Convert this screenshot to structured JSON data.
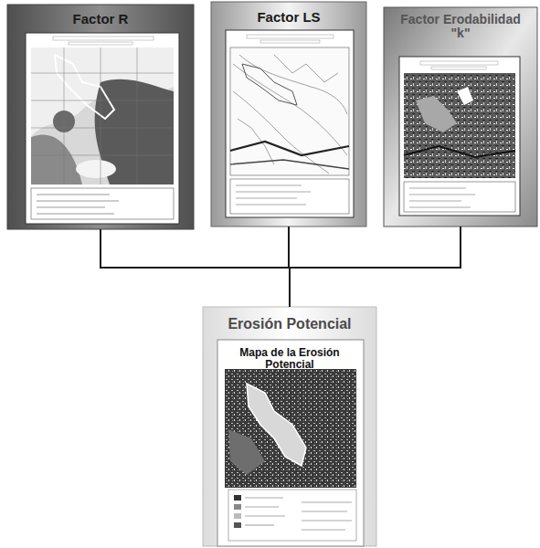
{
  "diagram": {
    "nodes": [
      {
        "text": [
          "Factor R"
        ]
      },
      {
        "text": [
          "Factor LS"
        ]
      },
      {
        "text": [
          "Factor Erodabilidad \"k\""
        ]
      },
      {
        "text": [
          "Erosión Potencial",
          "Mapa de la Erosión Potencial"
        ]
      }
    ],
    "edges": [
      {
        "from": 0,
        "to": 3,
        "arrow": "none"
      },
      {
        "from": 1,
        "to": 3,
        "arrow": "none"
      },
      {
        "from": 2,
        "to": 3,
        "arrow": "none"
      }
    ]
  }
}
